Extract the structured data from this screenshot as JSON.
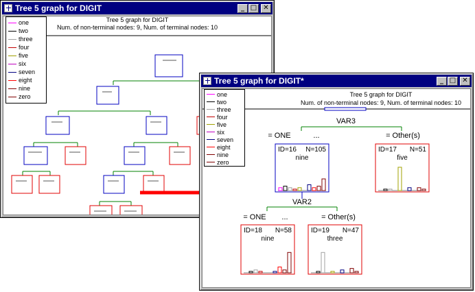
{
  "colors": {
    "titlebar": "#000080",
    "one": "#ff00ff",
    "two": "#000000",
    "three": "#a0a0a0",
    "four": "#c00000",
    "five": "#a0a000",
    "six": "#c000c0",
    "seven": "#000080",
    "eight": "#ff0000",
    "nine": "#800000",
    "zero": "#800000",
    "node_blue": "#0000c0",
    "node_red": "#e00000",
    "split_green": "#008000",
    "arrow": "#ff0000"
  },
  "legend": [
    "one",
    "two",
    "three",
    "four",
    "five",
    "six",
    "seven",
    "eight",
    "nine",
    "zero"
  ],
  "back_window": {
    "title": "Tree 5 graph for DIGIT",
    "header_title": "Tree 5 graph for DIGIT",
    "header_counts": "Num. of non-terminal nodes: 9,  Num. of terminal nodes: 10"
  },
  "front_window": {
    "title": "Tree 5 graph for DIGIT*",
    "header_title": "Tree 5 graph for DIGIT",
    "header_counts": "Num. of non-terminal nodes: 9,  Num. of terminal nodes: 10",
    "split_top": {
      "var": "VAR3",
      "left": "= ONE",
      "ellipsis": "...",
      "right": "= Other(s)"
    },
    "split_bottom": {
      "var": "VAR2",
      "left": "= ONE",
      "ellipsis": "...",
      "right": "= Other(s)"
    },
    "nodes": [
      {
        "id": "ID=16",
        "n": "N=105",
        "cls": "nine",
        "hist": [
          2,
          3,
          2,
          1,
          2,
          0,
          4,
          2,
          3,
          8
        ]
      },
      {
        "id": "ID=17",
        "n": "N=51",
        "cls": "five",
        "hist": [
          0,
          1,
          1,
          0,
          16,
          0,
          2,
          0,
          2,
          1
        ]
      },
      {
        "id": "ID=18",
        "n": "N=58",
        "cls": "nine",
        "hist": [
          0,
          1,
          2,
          1,
          0,
          0,
          1,
          4,
          2,
          14
        ]
      },
      {
        "id": "ID=19",
        "n": "N=47",
        "cls": "three",
        "hist": [
          0,
          1,
          14,
          0,
          1,
          0,
          2,
          0,
          3,
          1
        ]
      }
    ]
  }
}
